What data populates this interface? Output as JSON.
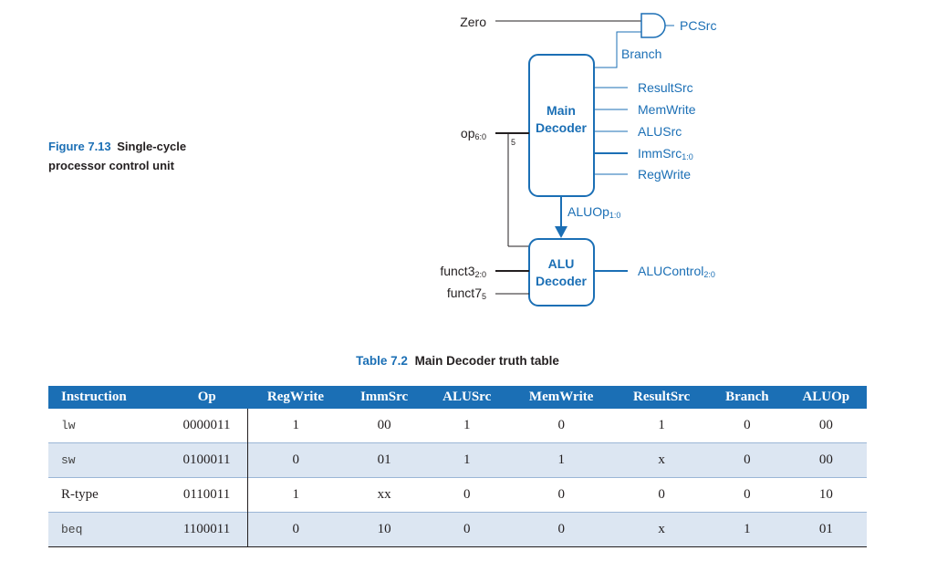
{
  "figure": {
    "number": "Figure 7.13",
    "title": "Single-cycle processor control unit"
  },
  "diagram": {
    "inputs": {
      "zero": "Zero",
      "op": "op",
      "op_sub": "6:0",
      "funct3": "funct3",
      "funct3_sub": "2:0",
      "funct7": "funct7",
      "funct7_sub": "5"
    },
    "main_decoder": {
      "line1": "Main",
      "line2": "Decoder"
    },
    "alu_decoder": {
      "line1": "ALU",
      "line2": "Decoder"
    },
    "bus_width": "5",
    "branch": "Branch",
    "pcsrc": "PCSrc",
    "outputs": [
      {
        "label": "ResultSrc",
        "sub": ""
      },
      {
        "label": "MemWrite",
        "sub": ""
      },
      {
        "label": "ALUSrc",
        "sub": ""
      },
      {
        "label": "ImmSrc",
        "sub": "1:0"
      },
      {
        "label": "RegWrite",
        "sub": ""
      }
    ],
    "aluop": {
      "label": "ALUOp",
      "sub": "1:0"
    },
    "alucontrol": {
      "label": "ALUControl",
      "sub": "2:0"
    },
    "colors": {
      "blue": "#1b6fb5",
      "black": "#231f20"
    }
  },
  "table": {
    "number": "Table 7.2",
    "title": "Main Decoder truth table",
    "headers": [
      "Instruction",
      "Op",
      "RegWrite",
      "ImmSrc",
      "ALUSrc",
      "MemWrite",
      "ResultSrc",
      "Branch",
      "ALUOp"
    ],
    "rows": [
      [
        "lw",
        "0000011",
        "1",
        "00",
        "1",
        "0",
        "1",
        "0",
        "00"
      ],
      [
        "sw",
        "0100011",
        "0",
        "01",
        "1",
        "1",
        "x",
        "0",
        "00"
      ],
      [
        "R-type",
        "0110011",
        "1",
        "xx",
        "0",
        "0",
        "0",
        "0",
        "10"
      ],
      [
        "beq",
        "1100011",
        "0",
        "10",
        "0",
        "0",
        "x",
        "1",
        "01"
      ]
    ]
  }
}
